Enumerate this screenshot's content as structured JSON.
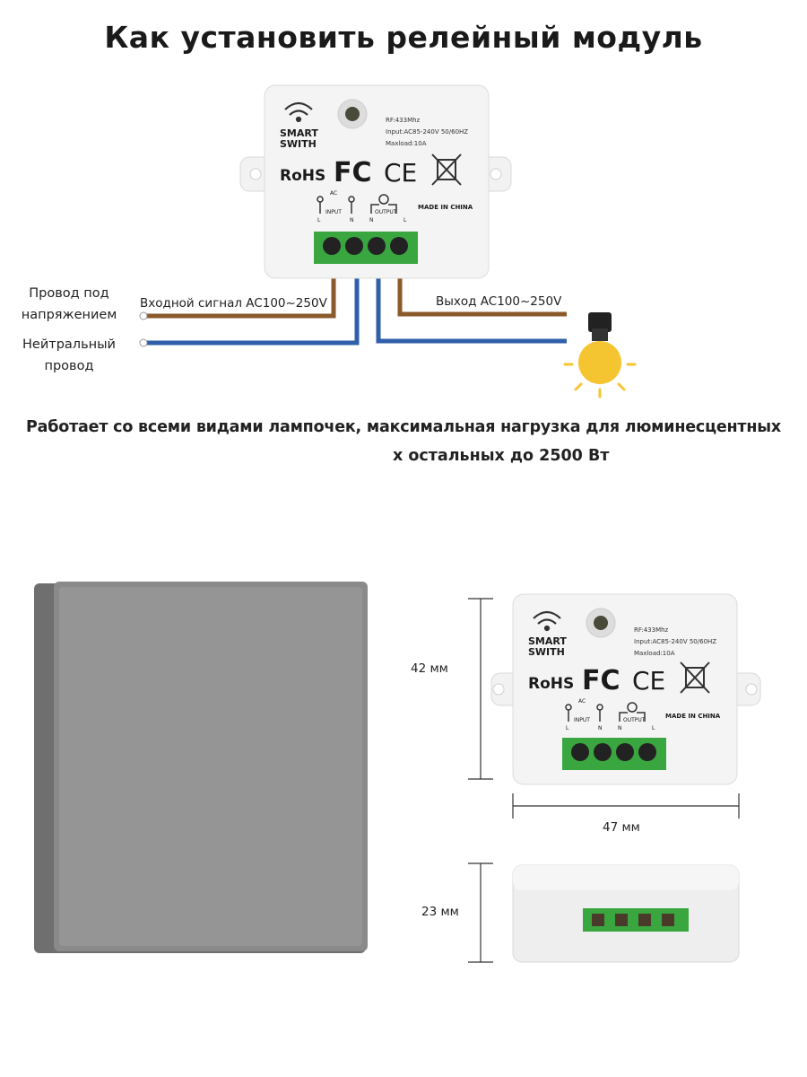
{
  "title": "Как установить релейный модуль",
  "device": {
    "brand_line1": "SMART",
    "brand_line2": "SWITH",
    "spec_rf": "RF:433Mhz",
    "spec_input": "Input:AC85-240V 50/60HZ",
    "spec_maxload": "Maxload:10A",
    "rohs": "RoHS",
    "fc": "FC",
    "ce": "CE",
    "ac": "AC",
    "input": "INPUT",
    "output": "OUTPUT",
    "made_in": "MADE IN CHINA",
    "term_l": "L",
    "term_n": "N"
  },
  "wiring": {
    "live_label_1": "Провод под",
    "live_label_2": "напряжением",
    "neutral_label_1": "Нейтральный",
    "neutral_label_2": "провод",
    "input_signal": "Входной сигнал AC100~250V",
    "output_signal": "Выход AC100~250V"
  },
  "note": {
    "line1": "Работает со всеми видами лампочек, максимальная нагрузка для  люминесцентных",
    "line2": "х остальных до 2500 Вт"
  },
  "dimensions": {
    "height": "42 мм",
    "width": "47 мм",
    "depth": "23 мм"
  },
  "colors": {
    "live_wire": "#8b5a2b",
    "neutral_wire": "#2f5fa8",
    "terminal_green": "#3aa640",
    "panel_gray": "#8a8a8a",
    "bulb_yellow": "#f5c431"
  }
}
